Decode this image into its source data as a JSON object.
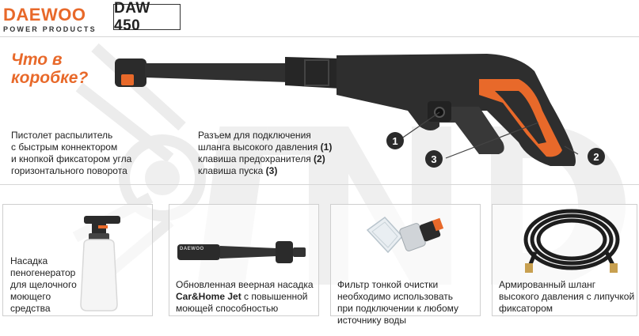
{
  "brand": {
    "logo": "DAEWOO",
    "sub": "POWER PRODUCTS",
    "model": "DAW 450",
    "accent_color": "#e8692a"
  },
  "main": {
    "headline_line1": "Что в",
    "headline_line2": "коробке?",
    "gun_desc": {
      "line1": "Пистолет распылитель",
      "line2": "с быстрым коннектором",
      "line3": "и кнопкой фиксатором угла",
      "line4": "горизонтального поворота"
    },
    "connector_desc": {
      "line1": "Разъем для подключения",
      "line2_text": "шланга высокого давления ",
      "line2_num": "(1)",
      "line3_text": "клавиша предохранителя ",
      "line3_num": "(2)",
      "line4_text": "клавиша пуска ",
      "line4_num": "(3)"
    },
    "callouts": [
      "1",
      "2",
      "3"
    ]
  },
  "cards": [
    {
      "line1": "Насадка",
      "line2": "пеногенератор",
      "line3": "для щелочного",
      "line4": "моющего",
      "line5": "средства"
    },
    {
      "line1": "Обновленная веерная насадка",
      "line2_bold": "Car&Home Jet",
      "line2_rest": " с повышенной",
      "line3": "моющей способностью",
      "nozzle_label": "DAEWOO"
    },
    {
      "line1": "Фильтр тонкой очистки",
      "line2": "необходимо использовать",
      "line3": "при подключении к любому",
      "line4": "источнику воды"
    },
    {
      "line1": "Армированный шланг",
      "line2": "высокого давления с липучкой",
      "line3": "фиксатором"
    }
  ]
}
